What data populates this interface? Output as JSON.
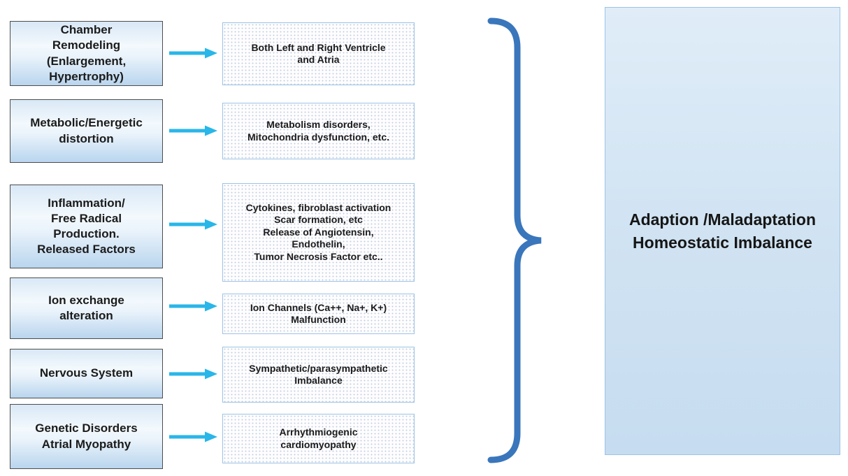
{
  "diagram": {
    "rows": [
      {
        "cause": "Chamber\nRemodeling\n(Enlargement,\nHypertrophy)",
        "effect": "Both Left and Right Ventricle\nand Atria"
      },
      {
        "cause": "Metabolic/Energetic\ndistortion",
        "effect": "Metabolism disorders,\nMitochondria dysfunction, etc."
      },
      {
        "cause": "Inflammation/\nFree Radical\nProduction.\nReleased Factors",
        "effect": "Cytokines, fibroblast activation\nScar formation, etc\nRelease of Angiotensin,\nEndothelin,\nTumor Necrosis Factor etc.."
      },
      {
        "cause": "Ion exchange\nalteration",
        "effect": "Ion Channels (Ca++, Na+, K+)\nMalfunction"
      },
      {
        "cause": "Nervous System",
        "effect": "Sympathetic/parasympathetic\nImbalance"
      },
      {
        "cause": "Genetic Disorders\nAtrial Myopathy",
        "effect": "Arrhythmiogenic\ncardiomyopathy"
      }
    ],
    "result": "Adaption /Maladaptation\nHomeostatic Imbalance",
    "icons": {
      "arrow": "right-arrow-icon",
      "brace": "right-curly-brace-icon"
    },
    "colors": {
      "arrow": "#29b6e8",
      "brace": "#3a76bb",
      "cause_border": "#4d4d4d",
      "effect_border": "#9dc3e6",
      "result_border": "#9dc3e6",
      "text": "#1b1b1b"
    }
  }
}
